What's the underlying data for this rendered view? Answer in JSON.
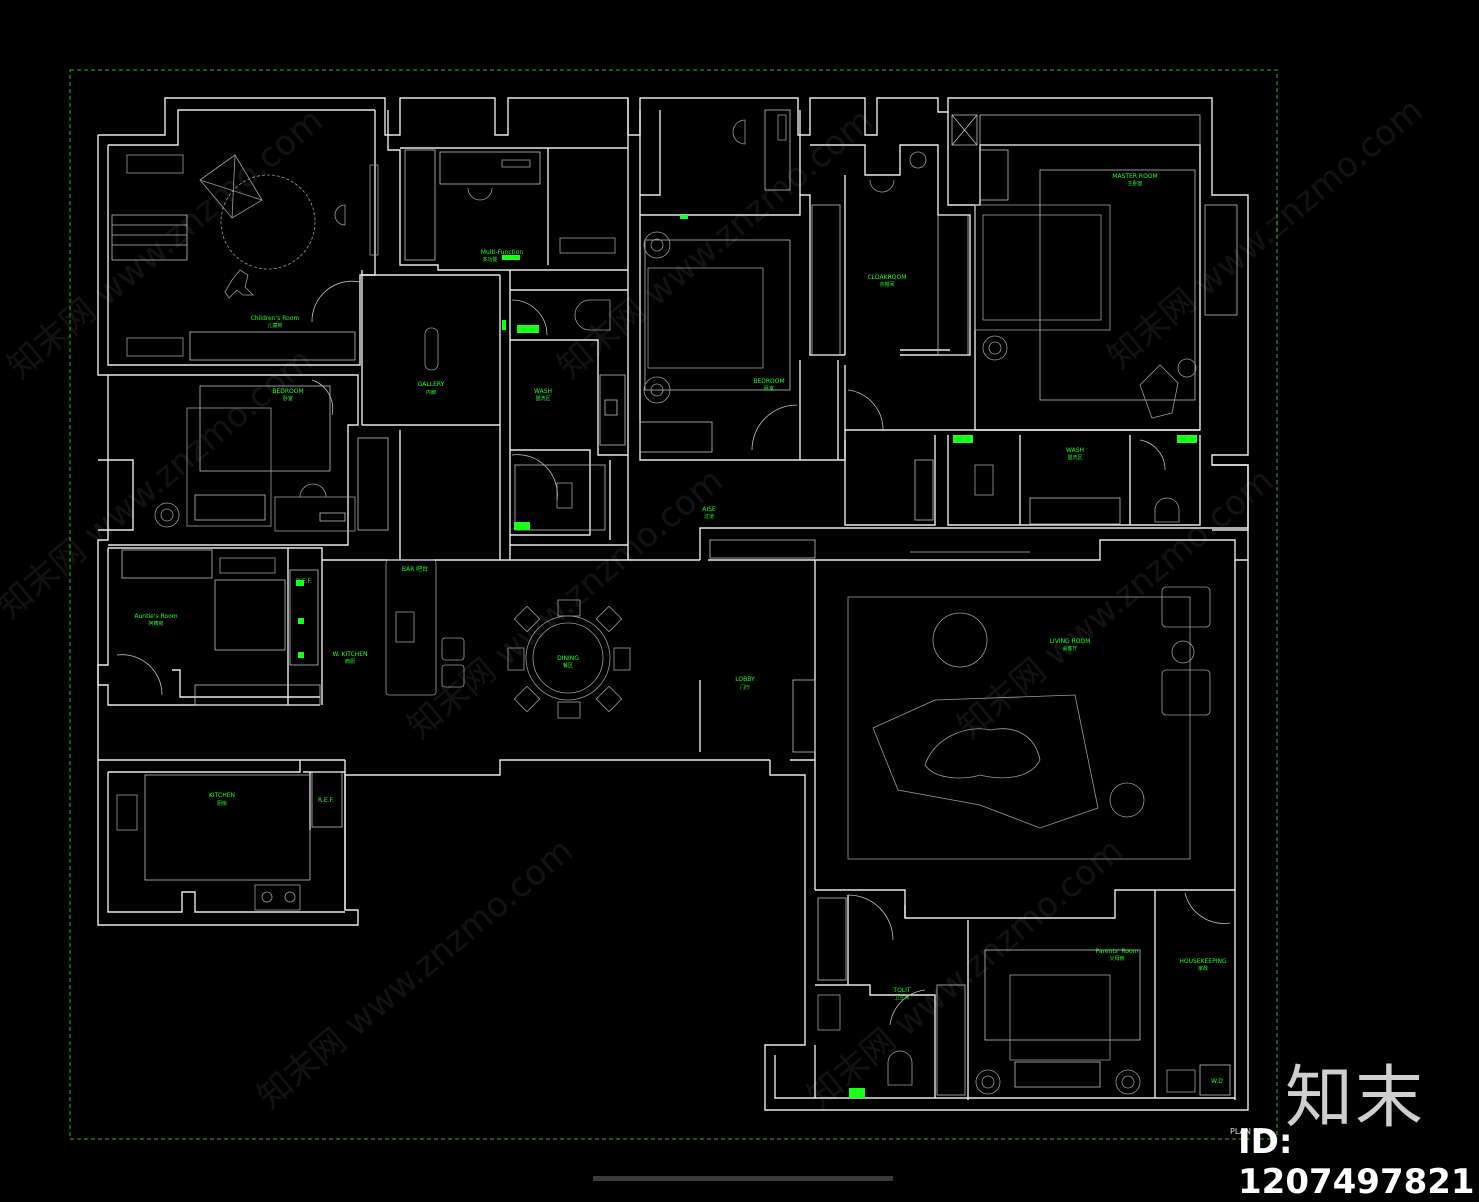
{
  "rooms": {
    "children": {
      "en": "Children's Room",
      "cn": "儿童房"
    },
    "multi": {
      "en": "Multi-Function",
      "cn": "多功能"
    },
    "cloak": {
      "en": "CLOAKROOM",
      "cn": "衣帽间"
    },
    "master": {
      "en": "MASTER ROOM",
      "cn": "主卧室"
    },
    "bed1": {
      "en": "BEDROOM",
      "cn": "卧室"
    },
    "gallery": {
      "en": "GALLERY",
      "cn": "内廊"
    },
    "wash1": {
      "en": "WASH",
      "cn": "盥洗区"
    },
    "bed2": {
      "en": "BEDROOM",
      "cn": "卧室"
    },
    "wash2": {
      "en": "WASH",
      "cn": "盥洗区"
    },
    "aise": {
      "en": "AISE",
      "cn": "过道"
    },
    "auntie": {
      "en": "Auntie's Room",
      "cn": "阿姨房"
    },
    "ref1": {
      "en": "R.E.F."
    },
    "bar": {
      "en": "BAR 吧台"
    },
    "wkitchen": {
      "en": "W. KITCHEN",
      "cn": "西厨"
    },
    "dining": {
      "en": "DINING",
      "cn": "餐区"
    },
    "lobby": {
      "en": "LOBBY",
      "cn": "门厅"
    },
    "living": {
      "en": "LIVING ROOM",
      "cn": "会客厅"
    },
    "kitchen": {
      "en": "KITCHEN",
      "cn": "厨房"
    },
    "ref2": {
      "en": "R.E.F."
    },
    "toilet": {
      "en": "TOLIT",
      "cn": "卫生间"
    },
    "parents": {
      "en": "Parents' Room",
      "cn": "父母房"
    },
    "house": {
      "en": "HOUSEKEEPING",
      "cn": "家政"
    },
    "wd": {
      "en": "W.D"
    }
  },
  "watermark": {
    "text": "知末网 www.znzmo.com"
  },
  "brand": {
    "logo": "知末",
    "id": "ID: 1207497821"
  },
  "sheet": {
    "label": "PLAN 01"
  },
  "colors": {
    "wall": "#e8e8e8",
    "label": "#22ff22",
    "frame": "#1fb81f",
    "bg": "#000000"
  }
}
